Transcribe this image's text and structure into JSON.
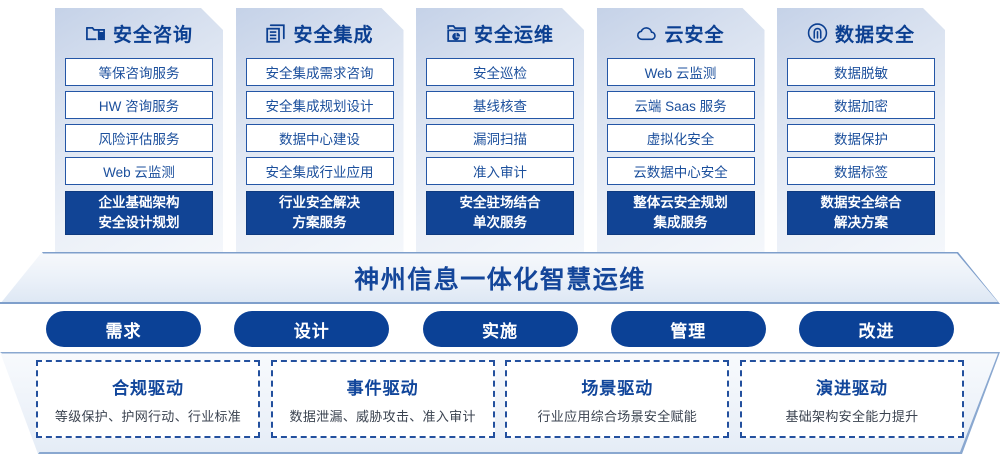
{
  "columns": [
    {
      "icon": "folder-shield-icon",
      "title": "安全咨询",
      "items": [
        "等保咨询服务",
        "HW 咨询服务",
        "风险评估服务",
        "Web 云监测"
      ],
      "footer": [
        "企业基础架构",
        "安全设计规划"
      ]
    },
    {
      "icon": "server-stack-icon",
      "title": "安全集成",
      "items": [
        "安全集成需求咨询",
        "安全集成规划设计",
        "数据中心建设",
        "安全集成行业应用"
      ],
      "footer": [
        "行业安全解决",
        "方案服务"
      ]
    },
    {
      "icon": "folder-monitor-icon",
      "title": "安全运维",
      "items": [
        "安全巡检",
        "基线核查",
        "漏洞扫描",
        "准入审计"
      ],
      "footer": [
        "安全驻场结合",
        "单次服务"
      ]
    },
    {
      "icon": "cloud-icon",
      "title": "云安全",
      "items": [
        "Web 云监测",
        "云端 Saas 服务",
        "虚拟化安全",
        "云数据中心安全"
      ],
      "footer": [
        "整体云安全规划",
        "集成服务"
      ]
    },
    {
      "icon": "fingerprint-icon",
      "title": "数据安全",
      "items": [
        "数据脱敏",
        "数据加密",
        "数据保护",
        "数据标签"
      ],
      "footer": [
        "数据安全综合",
        "解决方案"
      ]
    }
  ],
  "banner": {
    "title": "神州信息一体化智慧运维"
  },
  "phases": [
    "需求",
    "设计",
    "实施",
    "管理",
    "改进"
  ],
  "drivers": [
    {
      "title": "合规驱动",
      "subtitle": "等级保护、护网行动、行业标准"
    },
    {
      "title": "事件驱动",
      "subtitle": "数据泄漏、威胁攻击、准入审计"
    },
    {
      "title": "场景驱动",
      "subtitle": "行业应用综合场景安全赋能"
    },
    {
      "title": "演进驱动",
      "subtitle": "基础架构安全能力提升"
    }
  ],
  "colors": {
    "primary": "#0b4196",
    "deep": "#114495",
    "outline": "#2456a6",
    "card_light": "#eaf0f8",
    "text_blue": "#1b4f9c"
  }
}
